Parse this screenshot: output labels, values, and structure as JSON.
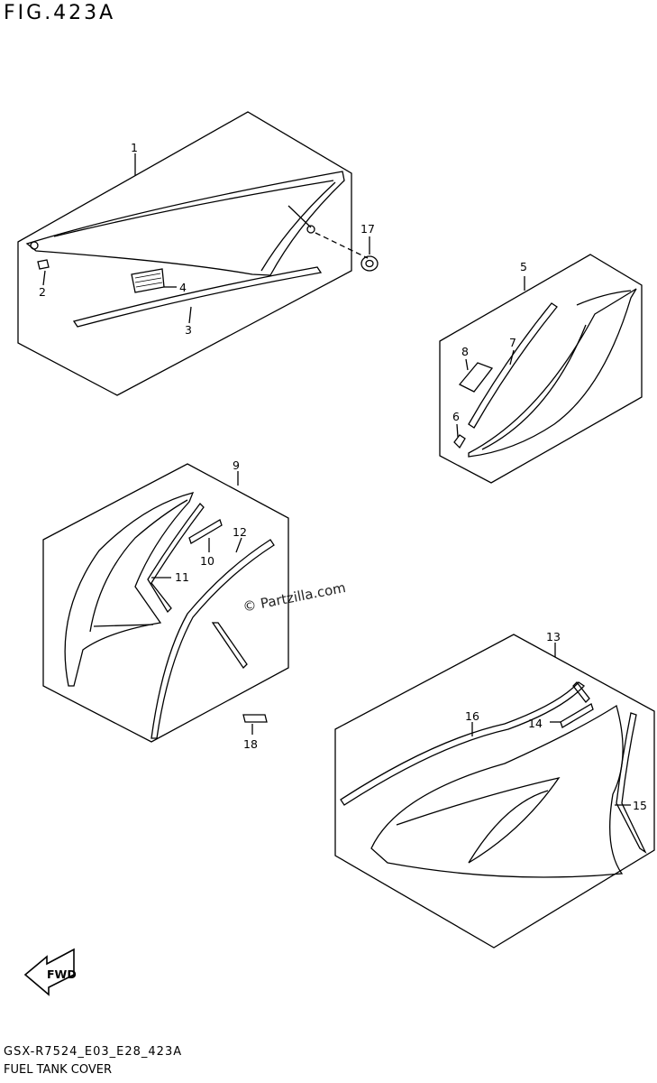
{
  "figure": {
    "title": "FIG.423A",
    "code": "GSX-R7524_E03_E28_423A",
    "name": "FUEL TANK COVER"
  },
  "watermark": "© Partzilla.com",
  "fwd_label": "FWD",
  "callouts": [
    "1",
    "2",
    "3",
    "4",
    "5",
    "6",
    "7",
    "8",
    "9",
    "10",
    "11",
    "12",
    "13",
    "14",
    "15",
    "16",
    "17",
    "18"
  ],
  "colors": {
    "line": "#000000",
    "background": "#ffffff"
  }
}
